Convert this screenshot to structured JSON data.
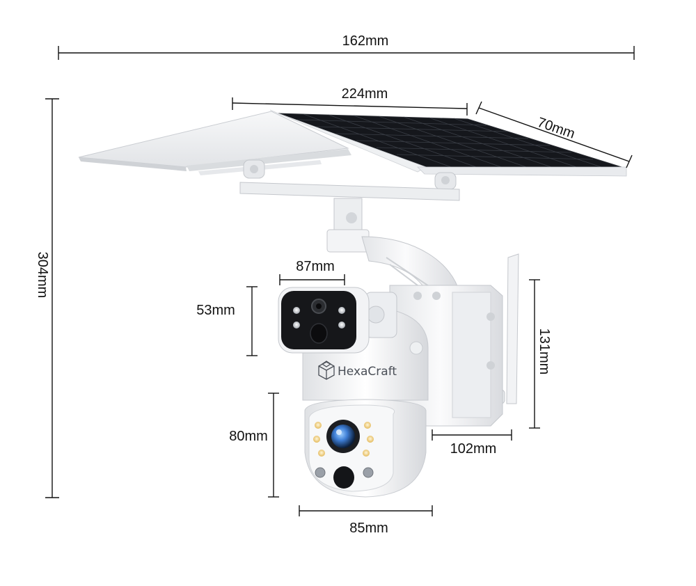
{
  "brand": {
    "name": "HexaCraft",
    "logo_icon": "hexagon-cube-logo-icon"
  },
  "dimensions": {
    "overall_width": "162mm",
    "overall_height": "304mm",
    "panel_length": "224mm",
    "panel_depth": "70mm",
    "bullet_width": "87mm",
    "bullet_height": "53mm",
    "battery_height": "131mm",
    "battery_depth": "102mm",
    "dome_height": "80mm",
    "dome_width": "85mm"
  },
  "colors": {
    "solar_cell": "#15171c",
    "housing": "#f4f5f7",
    "bullet_face": "#16171a",
    "lens": "#3f7fd6",
    "led_warm": "#f4d27a",
    "dimension_line": "#111111"
  }
}
